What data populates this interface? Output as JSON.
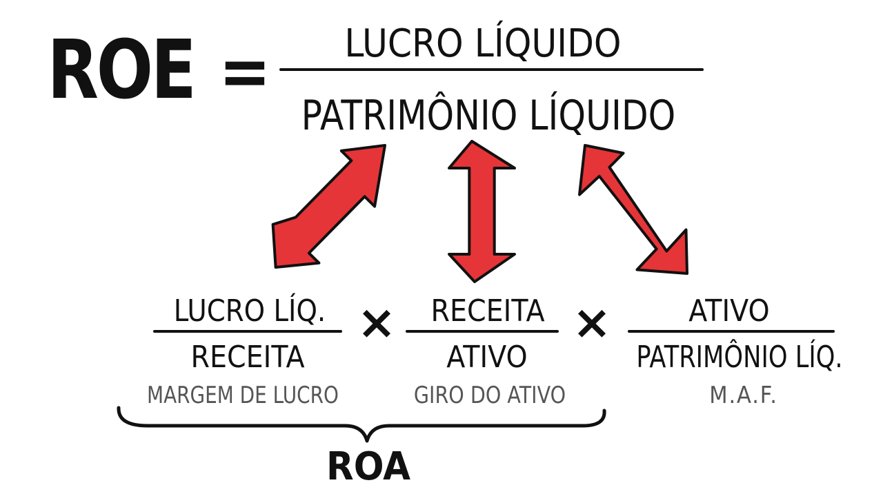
{
  "formula": {
    "label": "ROE",
    "equals": "=",
    "numerator": "LUCRO LÍQUIDO",
    "denominator": "PATRIMÔNIO LÍQUIDO"
  },
  "components": [
    {
      "numerator": "LUCRO LÍQ.",
      "denominator": "RECEITA",
      "name": "MARGEM DE LUCRO"
    },
    {
      "numerator": "RECEITA",
      "denominator": "ATIVO",
      "name": "GIRO DO ATIVO"
    },
    {
      "numerator": "ATIVO",
      "denominator": "PATRIMÔNIO LÍQ.",
      "name": "M.A.F."
    }
  ],
  "operators": [
    "×",
    "×"
  ],
  "roa_label": "ROA",
  "colors": {
    "arrow_fill": "#e53538",
    "arrow_stroke": "#111111",
    "text": "#111111",
    "subtitle": "#555555"
  }
}
